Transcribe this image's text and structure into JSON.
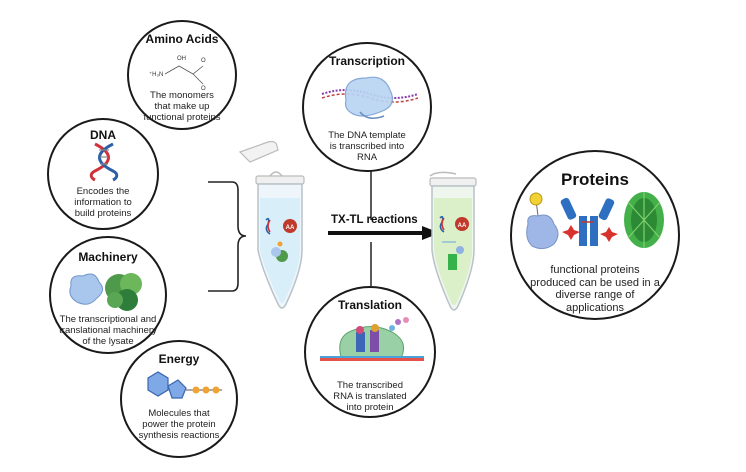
{
  "nodes": {
    "amino_acids": {
      "title": "Amino Acids",
      "description": "The monomers\nthat make up\nfunctional proteins",
      "molecule_labels": [
        "⁺H₃N",
        "OH",
        "O",
        "O"
      ]
    },
    "dna": {
      "title": "DNA",
      "description": "Encodes the\ninformation to\nbuild proteins"
    },
    "machinery": {
      "title": "Machinery",
      "description": "The transcriptional and\ntranslational machinery\nof the lysate"
    },
    "energy": {
      "title": "Energy",
      "description": "Molecules that\npower the protein\nsynthesis reactions"
    },
    "transcription": {
      "title": "Transcription",
      "description": "The DNA template\nis transcribed into\nRNA"
    },
    "translation": {
      "title": "Translation",
      "description": "The transcribed\nRNA is translated\ninto protein"
    },
    "proteins": {
      "title": "Proteins",
      "description": "functional proteins\nproduced can be used in a\ndiverse range of\napplications"
    }
  },
  "reaction": {
    "label": "TX-TL reactions",
    "tube_badge": "AA"
  },
  "colors": {
    "outline": "#1a1a1a",
    "tube_fill_left": "#d8eef8",
    "tube_fill_right": "#dbefc9",
    "badge_red": "#c0392b",
    "protein_blue": "#8fb0e0",
    "antibody_blue": "#2f6fc2",
    "gfp_green": "#35b24a"
  }
}
